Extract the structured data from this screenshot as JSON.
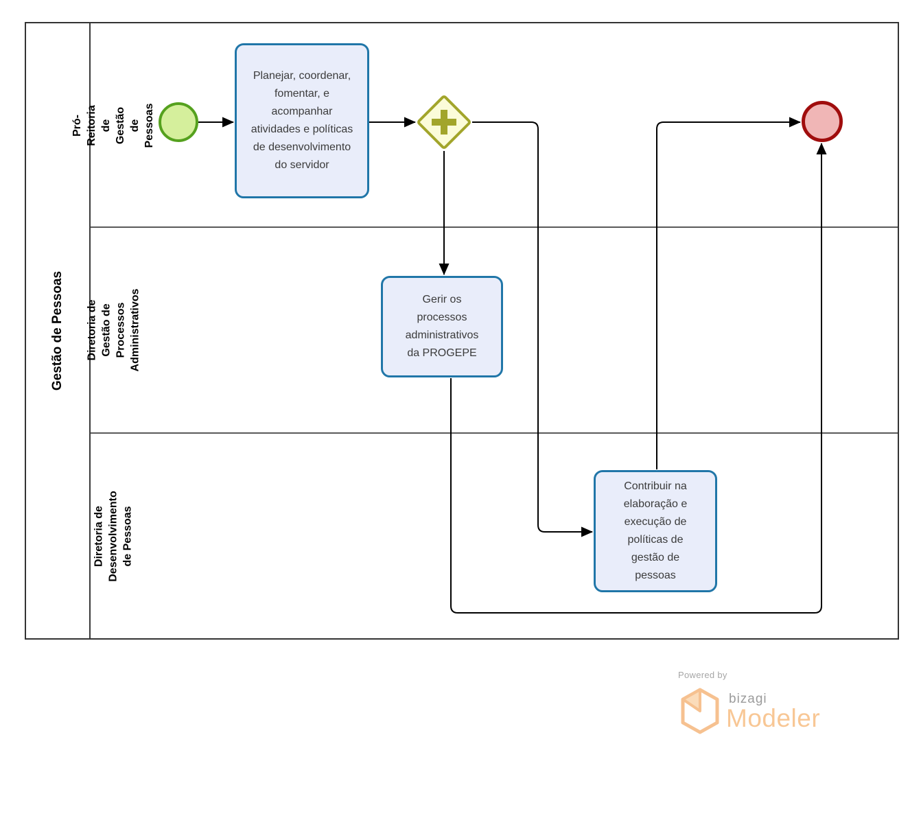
{
  "pool": {
    "label": "Gestão de Pessoas"
  },
  "lanes": [
    {
      "label": "Pró-Reitoria de Gestão de Pessoas"
    },
    {
      "label": "Diretoria de Gestão de Processos Administrativos"
    },
    {
      "label": "Diretoria de Desenvolvimento de Pessoas"
    }
  ],
  "nodes": {
    "start": {
      "type": "start-event",
      "lane": "Pró-Reitoria de Gestão de Pessoas"
    },
    "task_planejar": {
      "type": "task",
      "lane": "Pró-Reitoria de Gestão de Pessoas",
      "label": "Planejar, coordenar, fomentar, e acompanhar atividades e políticas de desenvolvimento do servidor"
    },
    "gateway": {
      "type": "parallel-gateway",
      "lane": "Pró-Reitoria de Gestão de Pessoas"
    },
    "task_gerir": {
      "type": "task",
      "lane": "Diretoria de Gestão de Processos Administrativos",
      "label": "Gerir os processos administrativos da PROGEPE"
    },
    "task_contribuir": {
      "type": "task",
      "lane": "Diretoria de Desenvolvimento de Pessoas",
      "label": "Contribuir na elaboração e execução de políticas de gestão de pessoas"
    },
    "end": {
      "type": "end-event",
      "lane": "Pró-Reitoria de Gestão de Pessoas"
    }
  },
  "flows": [
    {
      "from": "start",
      "to": "task_planejar"
    },
    {
      "from": "task_planejar",
      "to": "gateway"
    },
    {
      "from": "gateway",
      "to": "task_gerir"
    },
    {
      "from": "gateway",
      "to": "task_contribuir"
    },
    {
      "from": "task_contribuir",
      "to": "end"
    },
    {
      "from": "task_gerir",
      "to": "end"
    }
  ],
  "colors": {
    "task_border": "#2076a8",
    "task_fill": "#e9edfa",
    "start_border": "#55a11e",
    "start_fill": "#d5ef9c",
    "end_border": "#a00d0d",
    "end_fill": "#f0b6b6",
    "gateway_border": "#a2a52b",
    "gateway_fill": "#fbfcd9",
    "connector": "#000000",
    "logo_orange": "#f8c795",
    "logo_gray": "#9b9b9b"
  },
  "footer": {
    "powered_by": "Powered by",
    "brand": "bizagi",
    "product": "Modeler"
  }
}
